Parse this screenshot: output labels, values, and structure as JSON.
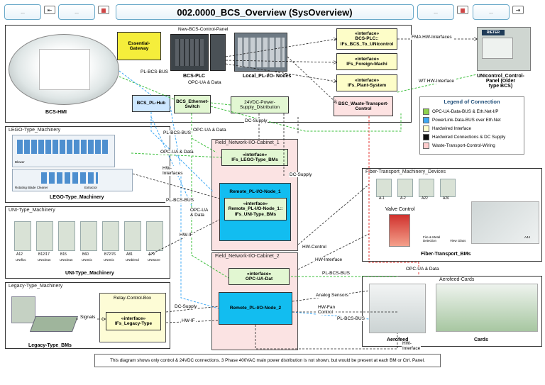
{
  "header": {
    "title": "002.0000_BCS_Overview (SysOverview)",
    "left_tab_1": "...",
    "left_tab_2": "...",
    "right_tab_1": "...",
    "right_tab_2": "..."
  },
  "panels": {
    "bcs_hmi": "BCS-HMI",
    "new_bcs_control_panel": "New-BCS-Control-Panel",
    "essential_gateway": "Essential-\nGateway",
    "bcs_plc": "BCS-PLC",
    "local_pl_io_nodes": "Local_PL-I/O-\nNodes",
    "bcs_pl_hub": "BCS_PL-Hub",
    "bcs_ethernet_switch": "BCS_Ethernet-\nSwitch",
    "power_supply": "24VDC-Power-\nSupply_Distribution",
    "if_bcs_to_unicontrol": "«interface»\nBCS-PLC::\nIFs_BCS_To_UNIcontrol",
    "if_foreign_machine": "«interface»\nIFs_Foreign-Machi",
    "if_plant_system": "«interface»\nIFs_Plant-System",
    "bsc_waste_transport": "BSC_Waste-Transport-\nControl",
    "unicontrol_panel": "UNIcontrol_Control-\nPanel (Older\ntype BCS)",
    "rieter_brand": "RIETER"
  },
  "legend": {
    "title": "Legend of Connection",
    "items": [
      {
        "label": "OPC-UA-Data-BUS & Eth.Net-I/P",
        "color": "#8fd14f"
      },
      {
        "label": "PowerLink-Data-BUS over Eth.Net",
        "color": "#3fa9f5"
      },
      {
        "label": "Hardwired Interface",
        "color": "#ffffcc"
      },
      {
        "label": "Hardwired Connections & DC Supply",
        "color": "#111111"
      },
      {
        "label": "Waste-Transport-Control-Wiring",
        "color": "#ffcccc"
      }
    ]
  },
  "frames": {
    "lego": {
      "label": "LEGO-Type_Machinery",
      "caption": "LEGO-Type_Machinery",
      "screen_labels": [
        "Blower",
        "Rotating Blade Cleaner",
        "Extractor"
      ]
    },
    "uni": {
      "label": "UNI-Type_Machinery",
      "caption": "UNI-Type_Machinery",
      "machines": [
        "A12",
        "B12/17",
        "B15",
        "B60",
        "B72/76",
        "A81",
        "A79"
      ],
      "sublabels": [
        "UNIfloc",
        "UNIclean",
        "UNIclean",
        "UNImix",
        "UNImix",
        "UNIblend",
        "UNIstore"
      ]
    },
    "legacy": {
      "label": "Legacy-Type_Machinery",
      "caption": "Legacy-Type_BMs"
    },
    "relay": {
      "label": "Relay-Control-Box",
      "interface": "«interface»\nIFs_Legacy-Type"
    },
    "fiber": {
      "label": "Fiber-Transport_Machinery_Devices",
      "caption": "Fiber-Transport_BMs",
      "items": [
        "A-1",
        "A-2",
        "A22",
        "A26"
      ],
      "valve": "Valve Control",
      "fire": "Fire & Metal\nDetection",
      "viewbox": "View Glass",
      "a44": "A44"
    },
    "aerofeed": {
      "label": "Aerofeed-Cards",
      "aerofeed": "Aerofeed",
      "cards": "Cards"
    }
  },
  "cabinet1": {
    "label": "Field_Network-I/O-Cabinet_1",
    "if_lego": "«interface»\nIFs_LEGO-Type_BMs",
    "node1": "Remote_PL-I/O-Node_1",
    "if_uni": "«interface»\nRemote_PL-I/O-Node_1::\nIFs_UNI-Type_BMs"
  },
  "cabinet2": {
    "label": "Field_Network-I/O-Cabinet_2",
    "if_opc": "«interface»\nOPC-UA-Dat",
    "node2": "Remote_PL-I/O-Node_2"
  },
  "connections": {
    "pl_bcs_bus_1": "PL-BCS-BUS",
    "opc_ua_data_1": "OPC-UA & Data",
    "fma_hw": "FMA HW-Interfaces",
    "wt_hw": "WT HW-Interface",
    "pl_bcs_bus_2": "PL-BCS-BUS",
    "opc_ua_data_2": "OPC-UA & Data",
    "dc_supply_1": "DC-Supply",
    "opc_ua_data_3": "OPC-UA & Data",
    "hw_interfaces": "HW-\nInterfaces",
    "dc_supply_2": "DC-Supply",
    "pl_bcs_bus_3": "PL-BCS-BUS",
    "opc_ua_data_4": "OPC-UA\n& Data",
    "hw_if_1": "HW-IF",
    "hw_control": "HW-Control",
    "hw_interface": "HW-Interface",
    "pl_bcs_bus_4": "PL-BCS-BUS",
    "opc_ua_data_5": "OPC-UA & Data",
    "analog_sensors": "Analog Sensors",
    "hw_fan_control": "HW-Fan\nControl",
    "pl_bcs_bus_5": "PL-BCS-BUS",
    "signals": "Signals",
    "dc_supply_3": "DC-Supply",
    "hw_if_2": "HW-IF",
    "hw_interface_2": "HW-\nInterface"
  },
  "note": "This diagram shows only control & 24VDC connections. 3 Phase 400VAC main power distribution is not shown, but would be present at each BM or Ctrl. Panel."
}
